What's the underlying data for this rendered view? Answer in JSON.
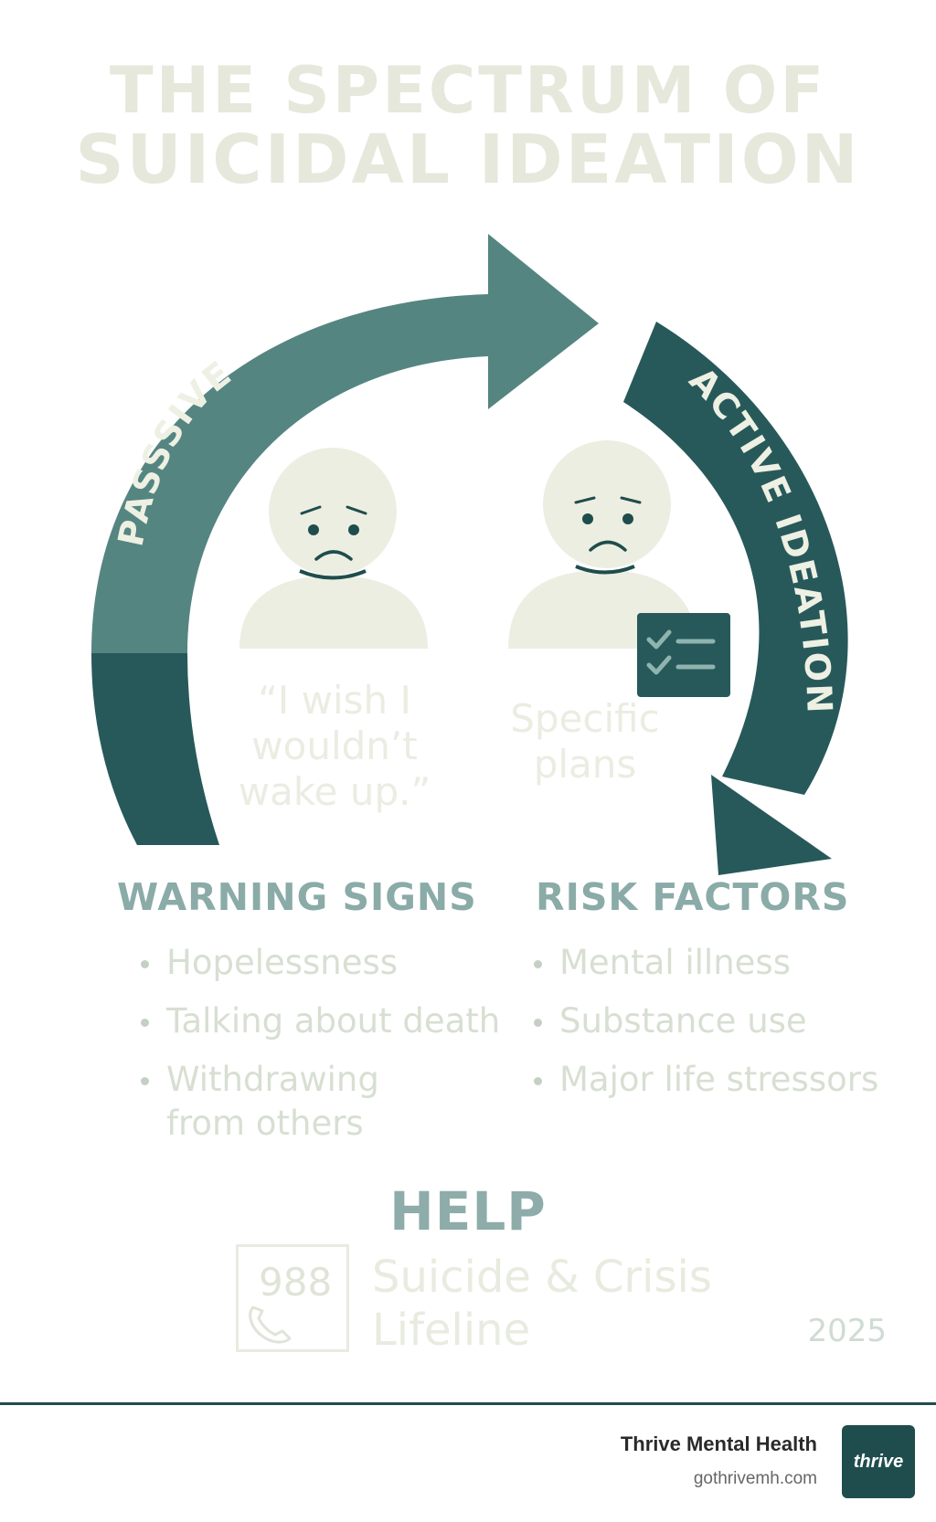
{
  "title": {
    "line1": "THE SPECTRUM OF",
    "line2": "SUICIDAL IDEATION"
  },
  "arrows": {
    "passive_label": "PASSSIVE",
    "active_label": "ACTIVE IDEATION"
  },
  "figures": {
    "left_quote": [
      "“I wish I",
      "wouldn’t",
      "wake up.”"
    ],
    "right_caption": [
      "Specific",
      "plans"
    ],
    "checklist_icon": "checklist-icon"
  },
  "warning_signs": {
    "heading": "WARNING SIGNS",
    "items": [
      "Hopelessness",
      "Talking about death",
      "Withdrawing\nfrom others"
    ]
  },
  "risk_factors": {
    "heading": "RISK FACTORS",
    "items": [
      "Mental illness",
      "Substance use",
      "Major life stressors"
    ]
  },
  "help": {
    "heading": "HELP",
    "number": "988",
    "phone_icon": "phone-icon",
    "line1": "Suicide & Crisis",
    "line2": "Lifeline"
  },
  "year": "2025",
  "footer": {
    "org": "Thrive Mental Health",
    "url": "gothrivemh.com",
    "logo_text": "thrive"
  },
  "colors": {
    "teal_light": "#558581",
    "teal_dark": "#27595a",
    "figure": "#edeee2",
    "footer_rule": "#1f4d4d"
  }
}
